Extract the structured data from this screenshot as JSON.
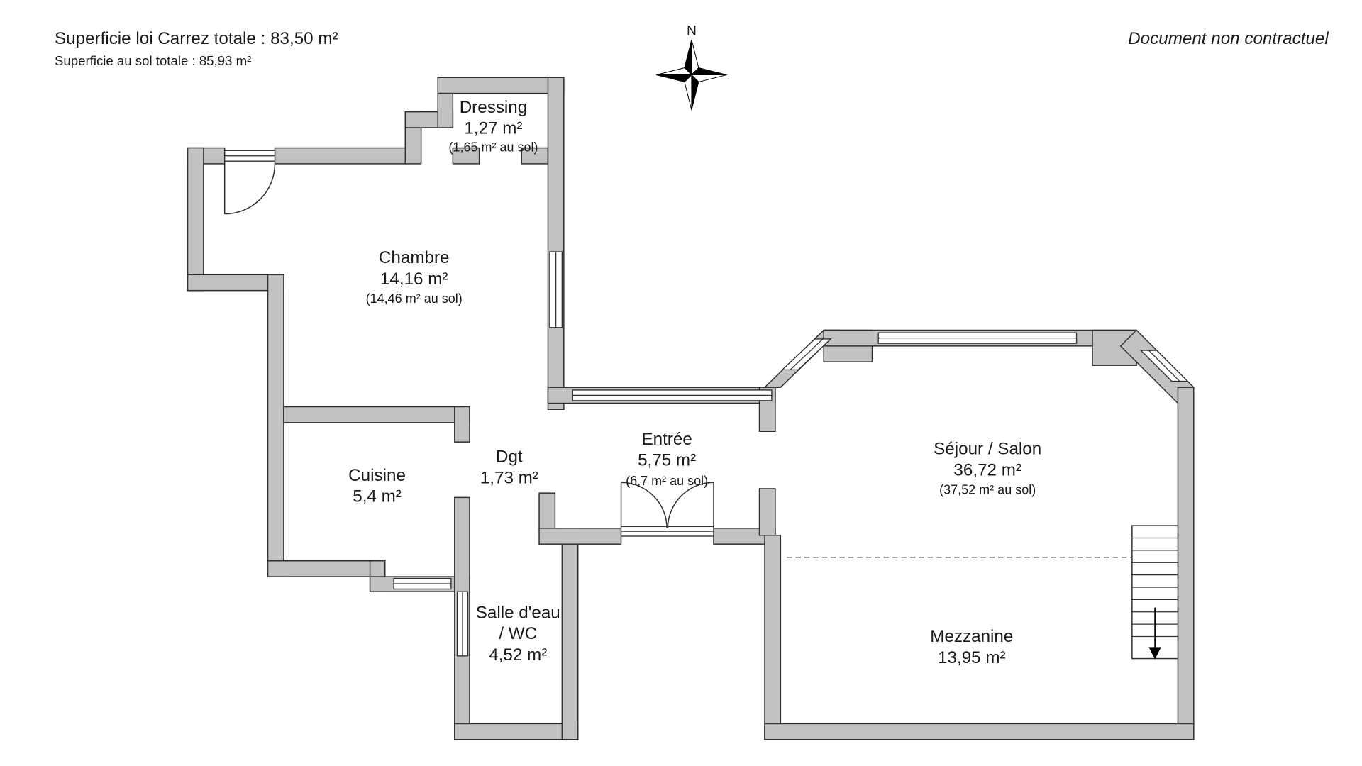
{
  "header": {
    "carrez_total": "Superficie loi Carrez totale :  83,50 m²",
    "sol_total": "Superficie au sol totale :  85,93 m²",
    "disclaimer": "Document non contractuel"
  },
  "compass": {
    "north_label": "N"
  },
  "rooms": {
    "dressing": {
      "name": "Dressing",
      "area": "1,27 m²",
      "sub": "(1,65 m² au sol)"
    },
    "chambre": {
      "name": "Chambre",
      "area": "14,16 m²",
      "sub": "(14,46 m² au sol)"
    },
    "cuisine": {
      "name": "Cuisine",
      "area": "5,4 m²"
    },
    "dgt": {
      "name": "Dgt",
      "area": "1,73 m²"
    },
    "entree": {
      "name": "Entrée",
      "area": "5,75 m²",
      "sub": "(6,7 m² au sol)"
    },
    "sejour": {
      "name": "Séjour / Salon",
      "area": "36,72 m²",
      "sub": "(37,52 m² au sol)"
    },
    "salle_eau": {
      "name_line1": "Salle d'eau",
      "name_line2": "/ WC",
      "area": "4,52 m²"
    },
    "mezzanine": {
      "name": "Mezzanine",
      "area": "13,95 m²"
    }
  },
  "colors": {
    "wall_fill": "#c2c2c2",
    "wall_stroke": "#2f2f2f",
    "text_color": "#1a1a1a"
  }
}
